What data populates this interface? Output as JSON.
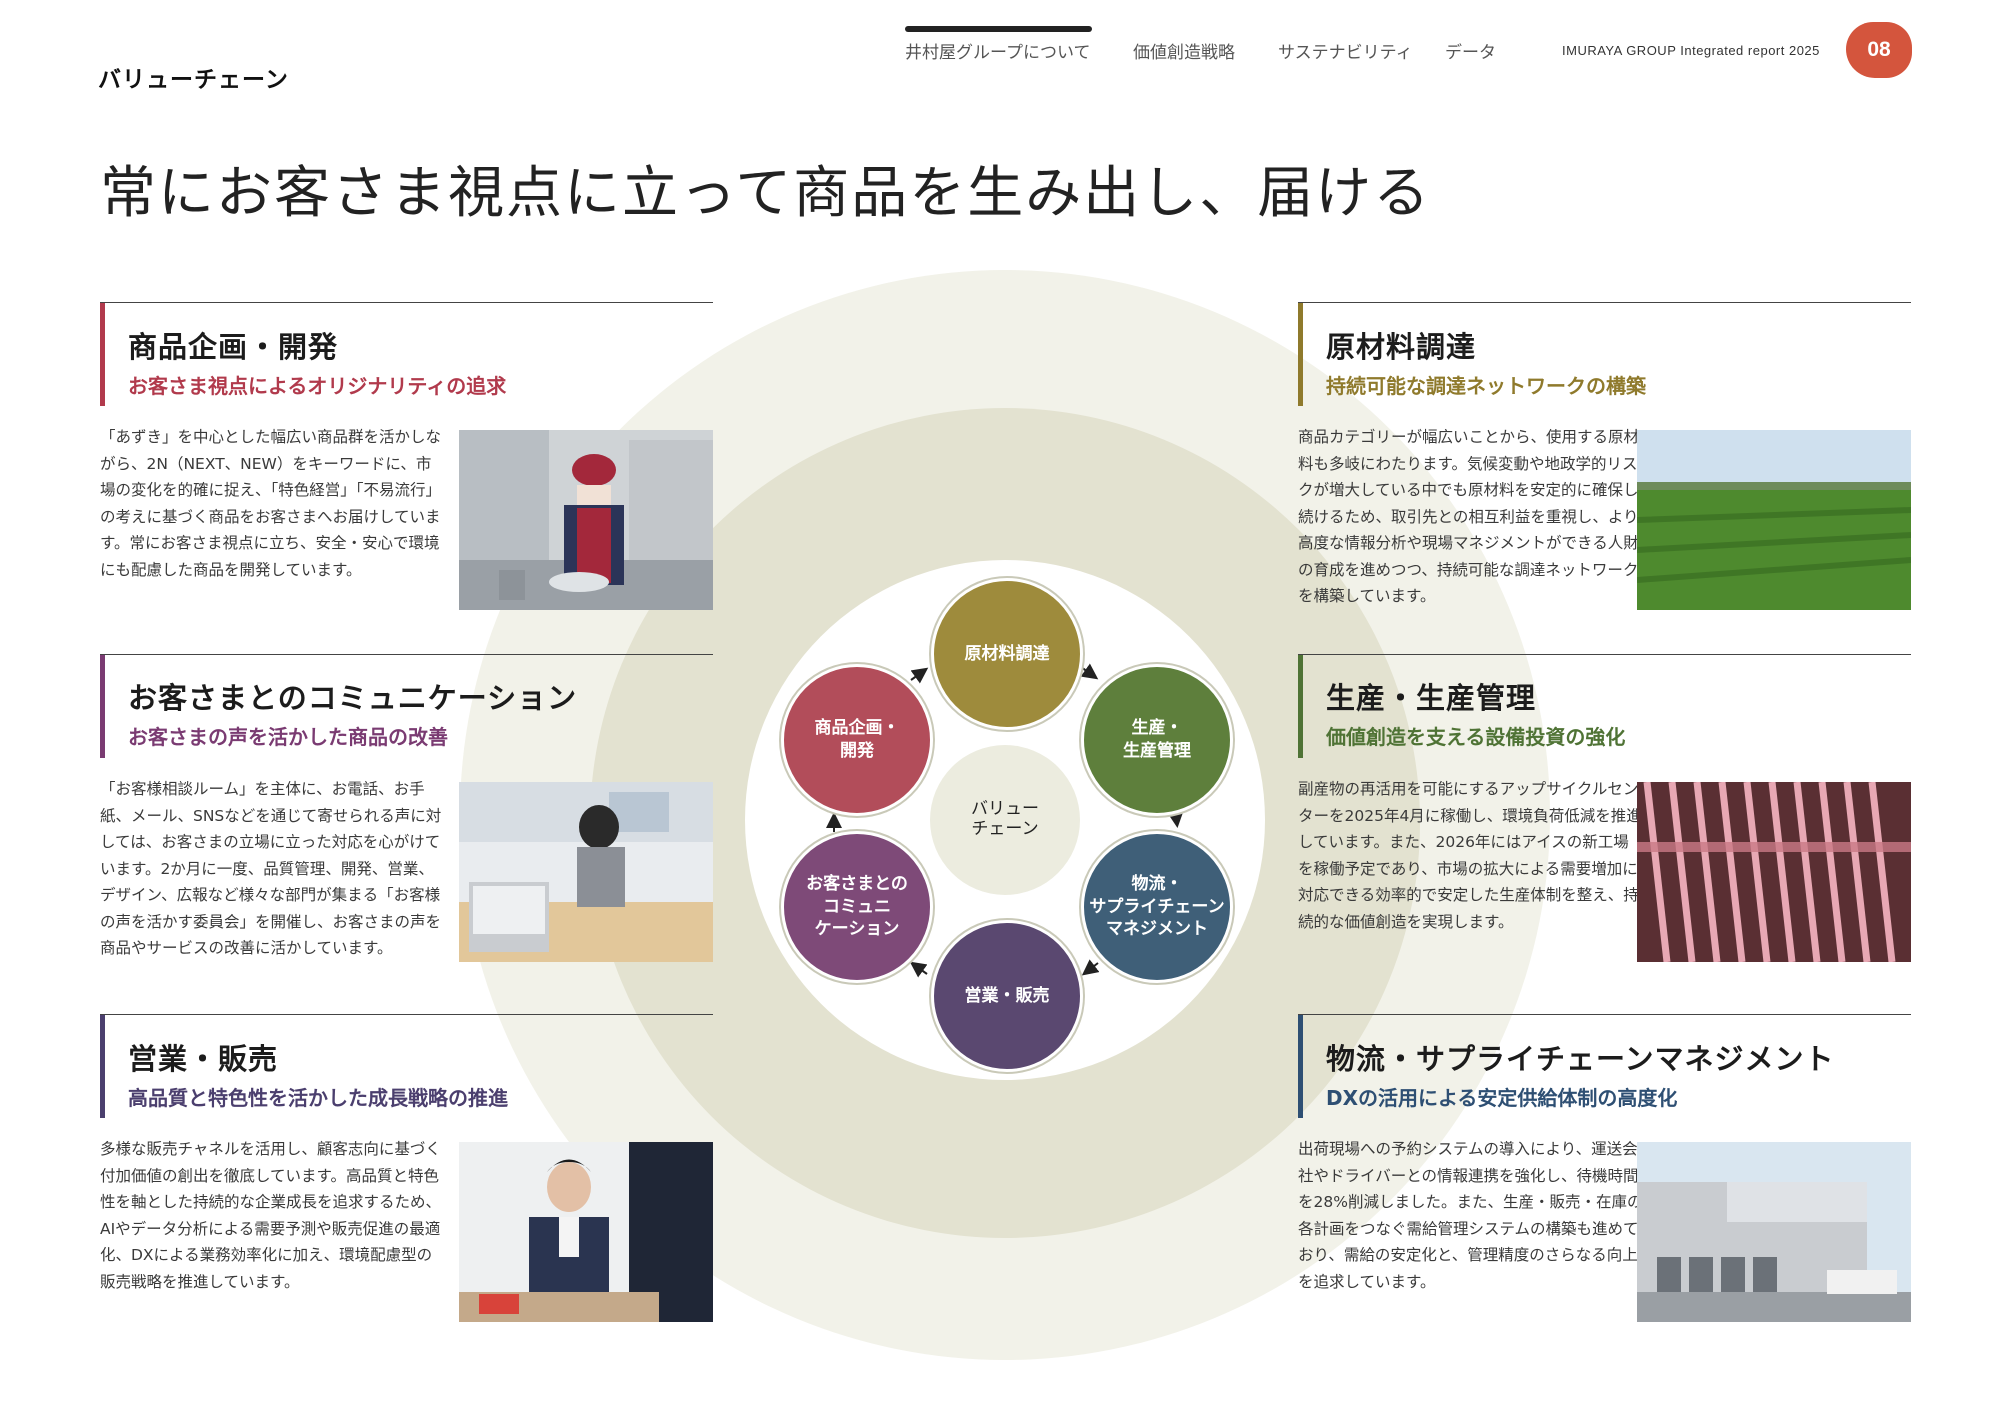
{
  "header": {
    "section_label": "バリューチェーン",
    "nav": [
      "井村屋グループについて",
      "価値創造戦略",
      "サステナビリティ",
      "データ"
    ],
    "report_title": "IMURAYA GROUP Integrated report 2025",
    "page_number": "08"
  },
  "main_title": "常にお客さま視点に立って商品を生み出し、届ける",
  "diagram": {
    "center": "バリュー\nチェーン",
    "nodes": [
      {
        "label": "原材料調達",
        "color": "#9e8b3c"
      },
      {
        "label": "生産・\n生産管理",
        "color": "#5e7f3c"
      },
      {
        "label": "物流・\nサプライチェーン\nマネジメント",
        "color": "#3f5f78"
      },
      {
        "label": "営業・販売",
        "color": "#5a4870"
      },
      {
        "label": "お客さまとの\nコミュニ\nケーション",
        "color": "#7e4a78"
      },
      {
        "label": "商品企画・\n開発",
        "color": "#b24d5a"
      }
    ]
  },
  "sections": {
    "planning": {
      "title": "商品企画・開発",
      "subtitle": "お客さま視点によるオリジナリティの追求",
      "color": "#b13a4c",
      "body": "「あずき」を中心とした幅広い商品群を活かしながら、2N（NEXT、NEW）をキーワードに、市場の変化を的確に捉え、「特色経営」「不易流行」の考えに基づく商品をお客さまへお届けしています。常にお客さま視点に立ち、安全・安心で環境にも配慮した商品を開発しています。"
    },
    "communication": {
      "title": "お客さまとのコミュニケーション",
      "subtitle": "お客さまの声を活かした商品の改善",
      "color": "#7a3b72",
      "body": "「お客様相談ルーム」を主体に、お電話、お手紙、メール、SNSなどを通じて寄せられる声に対しては、お客さまの立場に立った対応を心がけています。2か月に一度、品質管理、開発、営業、デザイン、広報など様々な部門が集まる「お客様の声を活かす委員会」を開催し、お客さまの声を商品やサービスの改善に活かしています。"
    },
    "sales": {
      "title": "営業・販売",
      "subtitle": "高品質と特色性を活かした成長戦略の推進",
      "color": "#4b3f6e",
      "body": "多様な販売チャネルを活用し、顧客志向に基づく付加価値の創出を徹底しています。高品質と特色性を軸とした持続的な企業成長を追求するため、AIやデータ分析による需要予測や販売促進の最適化、DXによる業務効率化に加え、環境配慮型の販売戦略を推進しています。"
    },
    "procurement": {
      "title": "原材料調達",
      "subtitle": "持続可能な調達ネットワークの構築",
      "color": "#8f7a2c",
      "body": "商品カテゴリーが幅広いことから、使用する原材料も多岐にわたります。気候変動や地政学的リスクが増大している中でも原材料を安定的に確保し続けるため、取引先との相互利益を重視し、より高度な情報分析や現場マネジメントができる人財の育成を進めつつ、持続可能な調達ネットワークを構築しています。"
    },
    "production": {
      "title": "生産・生産管理",
      "subtitle": "価値創造を支える設備投資の強化",
      "color": "#4f7335",
      "body": "副産物の再活用を可能にするアップサイクルセンターを2025年4月に稼働し、環境負荷低減を推進しています。また、2026年にはアイスの新工場を稼働予定であり、市場の拡大による需要増加に対応できる効率的で安定した生産体制を整え、持続的な価値創造を実現します。"
    },
    "logistics": {
      "title": "物流・サプライチェーンマネジメント",
      "subtitle": "DXの活用による安定供給体制の高度化",
      "color": "#2e4f73",
      "body": "出荷現場への予約システムの導入により、運送会社やドライバーとの情報連携を強化し、待機時間を28%削減しました。また、生産・販売・在庫の各計画をつなぐ需給管理システムの構築も進めており、需給の安定化と、管理精度のさらなる向上を追求しています。"
    }
  }
}
